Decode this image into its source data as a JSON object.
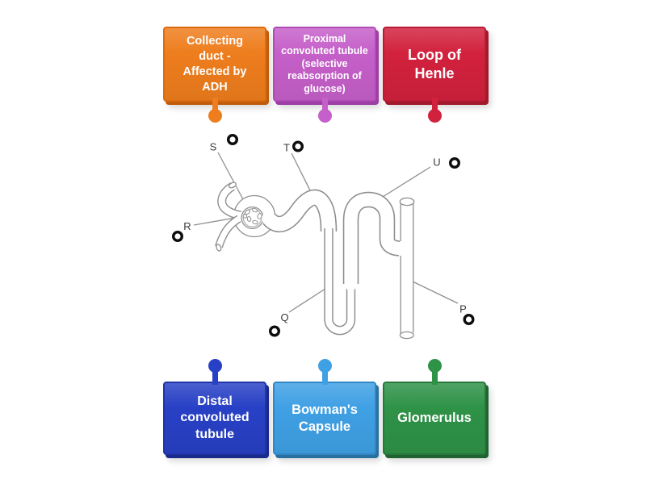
{
  "cards": [
    {
      "id": "collecting-duct",
      "text": "Collecting duct - Affected by ADH",
      "fill": "#EE7D1D",
      "border": "#DB6C10",
      "shadow": "#C05C0B"
    },
    {
      "id": "proximal-convoluted-tubule",
      "text": "Proximal convoluted tubule (selective reabsorption of glucose)",
      "fill": "#C55FC9",
      "border": "#B04CB6",
      "shadow": "#9C3EA3"
    },
    {
      "id": "loop-of-henle",
      "text": "Loop of Henle",
      "fill": "#D2213D",
      "border": "#B91C33",
      "shadow": "#A2182C"
    },
    {
      "id": "distal-convoluted-tubule",
      "text": "Distal convoluted tubule",
      "fill": "#2840C5",
      "border": "#2134A6",
      "shadow": "#1A2A8A"
    },
    {
      "id": "bowmans-capsule",
      "text": "Bowman's Capsule",
      "fill": "#3FA0E4",
      "border": "#3187C6",
      "shadow": "#27709F"
    },
    {
      "id": "glomerulus",
      "text": "Glomerulus",
      "fill": "#2E9247",
      "border": "#26793A",
      "shadow": "#1E6330"
    }
  ],
  "diagram": {
    "markers": [
      "S",
      "T",
      "U",
      "R",
      "Q",
      "P"
    ],
    "line_color": "#8f8f8f",
    "letter_color": "#3a3a3a",
    "ring_color": "#0d0d0d",
    "background": "#ffffff"
  }
}
